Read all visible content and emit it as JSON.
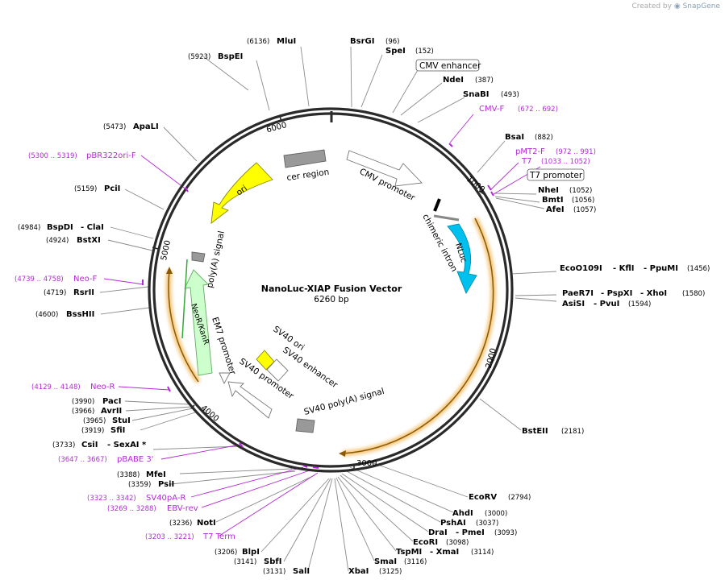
{
  "watermark": {
    "prefix": "Created by",
    "brand": "SnapGene",
    "icon": "snapgene-logo-icon"
  },
  "plasmid": {
    "name": "NanoLuc-XIAP Fusion Vector",
    "size_label": "6260 bp",
    "length": 6260
  },
  "colors": {
    "backbone": "#2a2a2a",
    "enzyme_text": "#000000",
    "number_text": "#000000",
    "primer": "#b22bd6",
    "leader": "#8a8a8a",
    "ori": "#ffff00",
    "nluc": "#00c0ee",
    "resistance": "#ccffcc",
    "resistance_inner": "#33aa33",
    "region_gray": "#999999",
    "promoter": "#ffffff",
    "sv40ori": "#ffff00",
    "orf": "#f5c67a",
    "orf_line": "#8b5a00"
  },
  "ticks": [
    "1000",
    "2000",
    "3000",
    "4000",
    "5000",
    "6000"
  ],
  "features": {
    "cmv_promoter": "CMV promoter",
    "chimeric_intron": "chimeric intron",
    "nluc": "NLuc",
    "sv40_polya": "SV40 poly(A) signal",
    "sv40_promoter": "SV40 promoter",
    "sv40_enhancer": "SV40 enhancer",
    "sv40_ori": "SV40 ori",
    "em7_promoter": "EM7 promoter",
    "neor": "NeoR/KanR",
    "polya": "poly(A) signal",
    "ori": "ori",
    "cer": "cer region"
  },
  "boxed_labels": [
    "CMV enhancer",
    "T7 promoter"
  ],
  "enzymes": [
    {
      "name": "BsrGI",
      "pos": "(96)"
    },
    {
      "name": "SpeI",
      "pos": "(152)"
    },
    {
      "name": "NdeI",
      "pos": "(387)"
    },
    {
      "name": "SnaBI",
      "pos": "(493)"
    },
    {
      "name": "BsaI",
      "pos": "(882)"
    },
    {
      "name": "NheI",
      "pos": "(1052)"
    },
    {
      "name": "BmtI",
      "pos": "(1056)"
    },
    {
      "name": "AfeI",
      "pos": "(1057)"
    },
    {
      "name": "EcoO109I",
      "sep1": "- KflI",
      "sep2": "- PpuMI",
      "pos": "(1456)"
    },
    {
      "name": "PaeR7I",
      "sep1": "- PspXI",
      "sep2": "- XhoI",
      "pos": "(1580)"
    },
    {
      "name": "AsiSI",
      "sep1": "- PvuI",
      "pos": "(1594)"
    },
    {
      "name": "BstEII",
      "pos": "(2181)"
    },
    {
      "name": "EcoRV",
      "pos": "(2794)"
    },
    {
      "name": "AhdI",
      "pos": "(3000)"
    },
    {
      "name": "PshAI",
      "pos": "(3037)"
    },
    {
      "name": "DraI",
      "sep1": "- PmeI",
      "pos": "(3093)"
    },
    {
      "name": "EcoRI",
      "pos": "(3098)"
    },
    {
      "name": "TspMI",
      "sep1": "- XmaI",
      "pos": "(3114)"
    },
    {
      "name": "SmaI",
      "pos": "(3116)"
    },
    {
      "name": "XbaI",
      "pos": "(3125)"
    },
    {
      "name": "SalI",
      "pos": "(3131)"
    },
    {
      "name": "SbfI",
      "pos": "(3141)"
    },
    {
      "name": "BlpI",
      "pos": "(3206)"
    },
    {
      "name": "NotI",
      "pos": "(3236)"
    },
    {
      "name": "PsiI",
      "pos": "(3359)"
    },
    {
      "name": "MfeI",
      "pos": "(3388)"
    },
    {
      "name": "CsiI",
      "sep1": "- SexAI *",
      "pos": "(3733)"
    },
    {
      "name": "SfiI",
      "pos": "(3919)"
    },
    {
      "name": "StuI",
      "pos": "(3965)"
    },
    {
      "name": "AvrII",
      "pos": "(3966)"
    },
    {
      "name": "PacI",
      "pos": "(3990)"
    },
    {
      "name": "BssHII",
      "pos": "(4600)"
    },
    {
      "name": "RsrII",
      "pos": "(4719)"
    },
    {
      "name": "BstXI",
      "pos": "(4924)"
    },
    {
      "name": "BspDI",
      "sep1": "- ClaI",
      "pos": "(4984)"
    },
    {
      "name": "PciI",
      "pos": "(5159)"
    },
    {
      "name": "ApaLI",
      "pos": "(5473)"
    },
    {
      "name": "BspEI",
      "pos": "(5923)"
    },
    {
      "name": "MluI",
      "pos": "(6136)"
    }
  ],
  "primers": [
    {
      "name": "CMV-F",
      "pos": "(672 .. 692)"
    },
    {
      "name": "pMT2-F",
      "pos": "(972 .. 991)"
    },
    {
      "name": "T7",
      "pos": "(1033 .. 1052)"
    },
    {
      "name": "Neo-F",
      "pos": "(4739 .. 4758)"
    },
    {
      "name": "Neo-R",
      "pos": "(4129 .. 4148)"
    },
    {
      "name": "pBABE 3'",
      "pos": "(3647 .. 3667)"
    },
    {
      "name": "SV40pA-R",
      "pos": "(3323 .. 3342)"
    },
    {
      "name": "EBV-rev",
      "pos": "(3269 .. 3288)"
    },
    {
      "name": "T7 Term",
      "pos": "(3203 .. 3221)"
    },
    {
      "name": "pBR322ori-F",
      "pos": "(5300 .. 5319)"
    }
  ]
}
